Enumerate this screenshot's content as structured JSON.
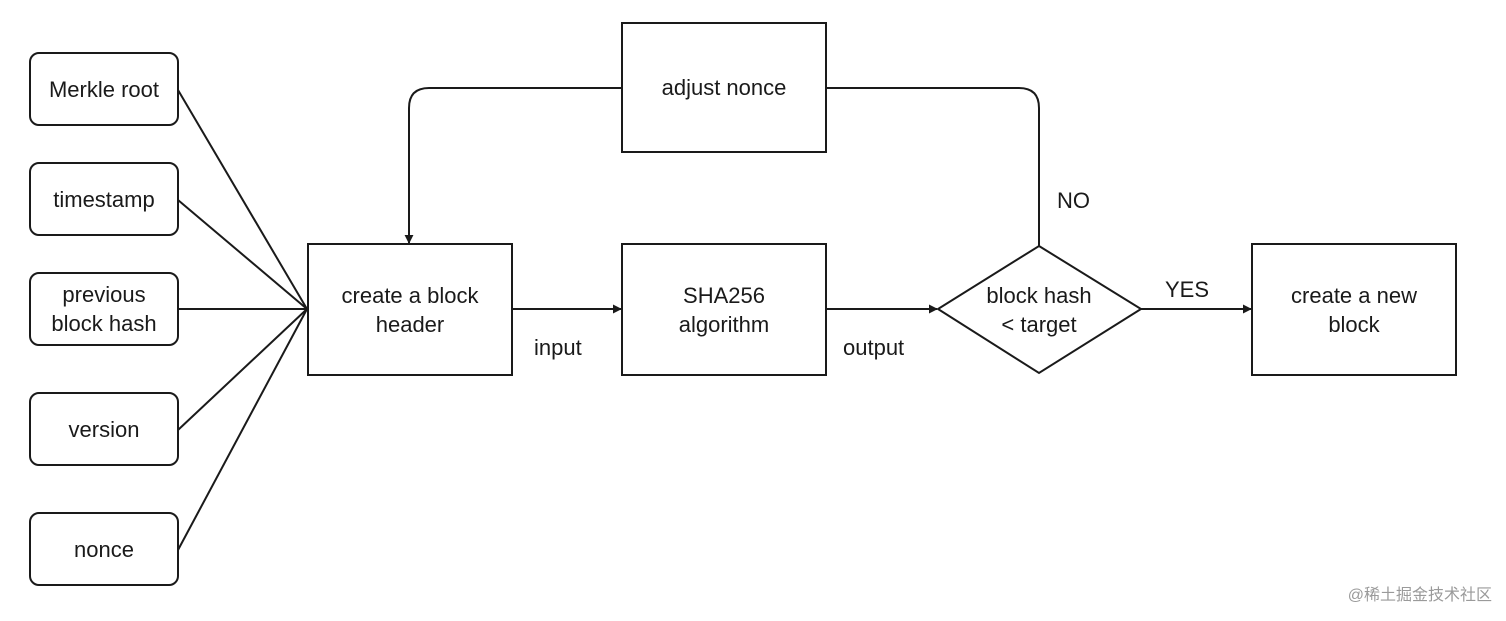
{
  "nodes": {
    "merkle_root": "Merkle root",
    "timestamp": "timestamp",
    "previous_block_hash": "previous\nblock hash",
    "version": "version",
    "nonce": "nonce",
    "create_header": "create a block\nheader",
    "sha256": "SHA256\nalgorithm",
    "adjust_nonce": "adjust nonce",
    "decision": "block hash\n< target",
    "new_block": "create a new\nblock"
  },
  "edges": {
    "input": "input",
    "output": "output",
    "yes": "YES",
    "no": "NO"
  },
  "watermark": "@稀土掘金技术社区",
  "colors": {
    "stroke": "#1a1a1a",
    "background": "#ffffff",
    "watermark": "#9a9a9a"
  }
}
